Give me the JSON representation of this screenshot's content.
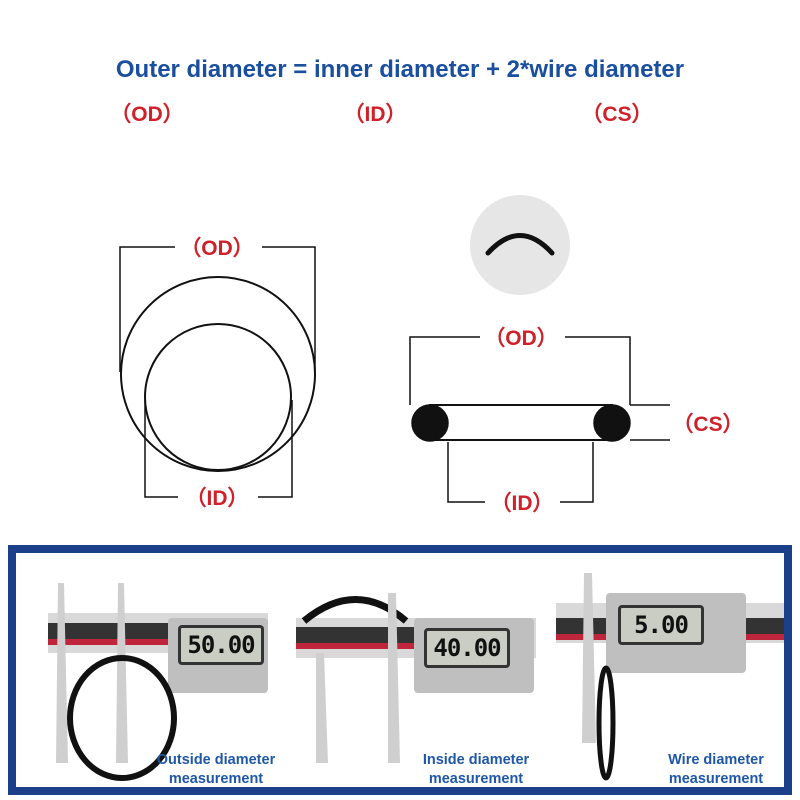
{
  "title": "Outer diameter = inner diameter + 2*wire diameter",
  "legend": {
    "od": "（OD）",
    "id": "（ID）",
    "cs": "（CS）"
  },
  "front_view": {
    "od_label": "（OD）",
    "id_label": "（ID）"
  },
  "side_view": {
    "od_label": "（OD）",
    "id_label": "（ID）",
    "cs_label": "（CS）"
  },
  "measurements": [
    {
      "reading": "50.00",
      "caption_line1": "Outside diameter",
      "caption_line2": "measurement"
    },
    {
      "reading": "40.00",
      "caption_line1": "Inside diameter",
      "caption_line2": "measurement"
    },
    {
      "reading": "5.00",
      "caption_line1": "Wire diameter",
      "caption_line2": "measurement"
    }
  ],
  "colors": {
    "title": "#1a4fa0",
    "label": "#d0202a",
    "frame": "#1b3f88"
  }
}
